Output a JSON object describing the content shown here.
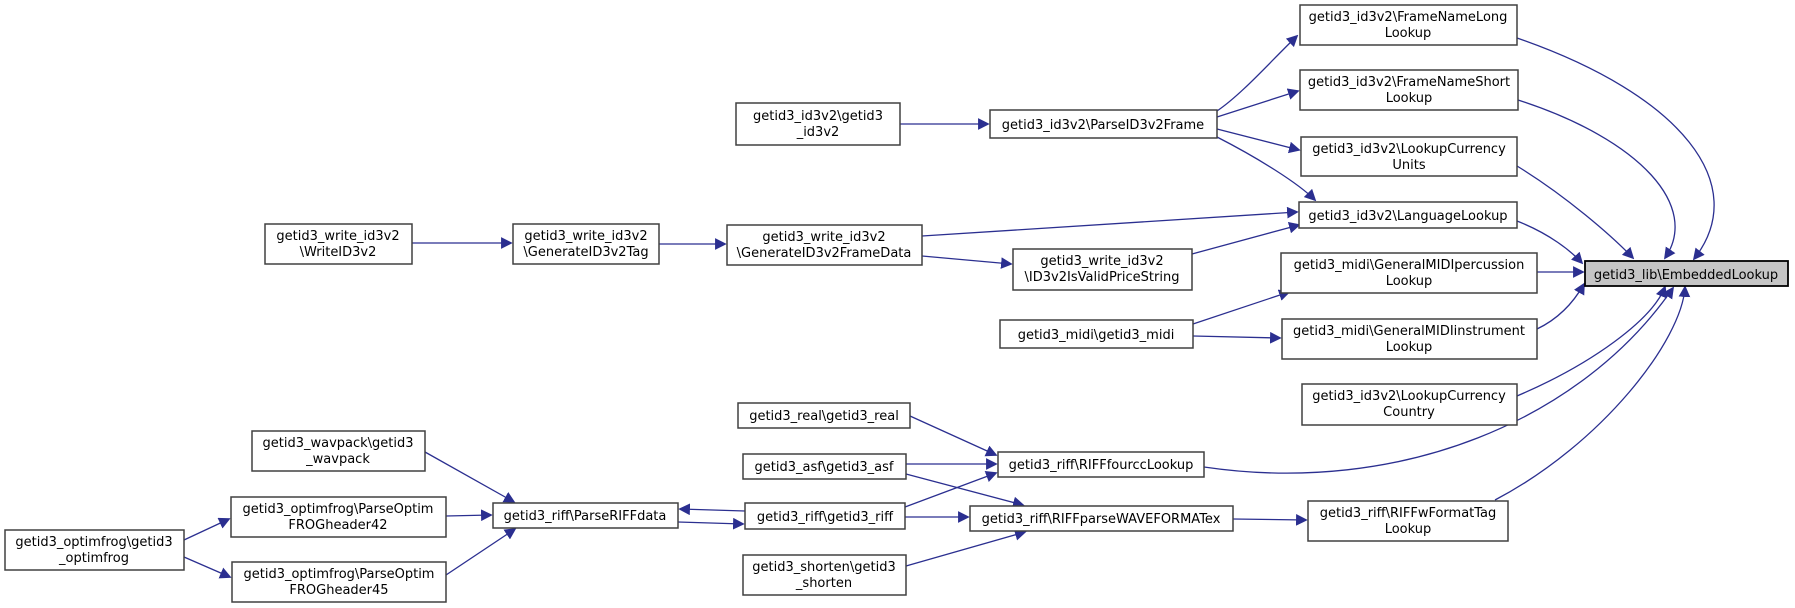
{
  "diagram": {
    "type": "caller-graph",
    "target_function": "getid3_lib\\EmbeddedLookup"
  },
  "colors": {
    "edge-color": "#2b2f90",
    "node-border-color": "#404040",
    "node-fill-color": "#ffffff",
    "highlight-fill-color": "#c5c5c5",
    "highlight-border-color": "#000000",
    "text-color": "#000000",
    "background-color": "#ffffff"
  },
  "nodes": {
    "id3v2_fnl": {
      "line1": "getid3_id3v2\\FrameNameLong",
      "line2": "Lookup"
    },
    "id3v2_fns": {
      "line1": "getid3_id3v2\\FrameNameShort",
      "line2": "Lookup"
    },
    "id3v2_lcu": {
      "line1": "getid3_id3v2\\LookupCurrency",
      "line2": "Units"
    },
    "id3v2_ll": {
      "line1": "getid3_id3v2\\LanguageLookup"
    },
    "id3v2_lcc": {
      "line1": "getid3_id3v2\\LookupCurrency",
      "line2": "Country"
    },
    "id3v2_id3v2": {
      "line1": "getid3_id3v2\\getid3",
      "line2": "_id3v2"
    },
    "id3v2_parse": {
      "line1": "getid3_id3v2\\ParseID3v2Frame"
    },
    "write_write": {
      "line1": "getid3_write_id3v2",
      "line2": "\\WriteID3v2"
    },
    "write_gentag": {
      "line1": "getid3_write_id3v2",
      "line2": "\\GenerateID3v2Tag"
    },
    "write_genfd": {
      "line1": "getid3_write_id3v2",
      "line2": "\\GenerateID3v2FrameData"
    },
    "write_vprice": {
      "line1": "getid3_write_id3v2",
      "line2": "\\ID3v2IsValidPriceString"
    },
    "midi_midi": {
      "line1": "getid3_midi\\getid3_midi"
    },
    "midi_perc": {
      "line1": "getid3_midi\\GeneralMIDIpercussion",
      "line2": "Lookup"
    },
    "midi_inst": {
      "line1": "getid3_midi\\GeneralMIDIinstrument",
      "line2": "Lookup"
    },
    "lib_embedded": {
      "line1": "getid3_lib\\EmbeddedLookup"
    },
    "real_real": {
      "line1": "getid3_real\\getid3_real"
    },
    "asf_asf": {
      "line1": "getid3_asf\\getid3_asf"
    },
    "riff_riff": {
      "line1": "getid3_riff\\getid3_riff"
    },
    "shorten": {
      "line1": "getid3_shorten\\getid3",
      "line2": "_shorten"
    },
    "riff_fourcc": {
      "line1": "getid3_riff\\RIFFfourccLookup"
    },
    "riff_wfx": {
      "line1": "getid3_riff\\RIFFparseWAVEFORMATex"
    },
    "riff_wft": {
      "line1": "getid3_riff\\RIFFwFormatTag",
      "line2": "Lookup"
    },
    "riff_prd": {
      "line1": "getid3_riff\\ParseRIFFdata"
    },
    "wavpack": {
      "line1": "getid3_wavpack\\getid3",
      "line2": "_wavpack"
    },
    "frog42": {
      "line1": "getid3_optimfrog\\ParseOptim",
      "line2": "FROGheader42"
    },
    "frog45": {
      "line1": "getid3_optimfrog\\ParseOptim",
      "line2": "FROGheader45"
    },
    "optimfrog": {
      "line1": "getid3_optimfrog\\getid3",
      "line2": "_optimfrog"
    }
  }
}
